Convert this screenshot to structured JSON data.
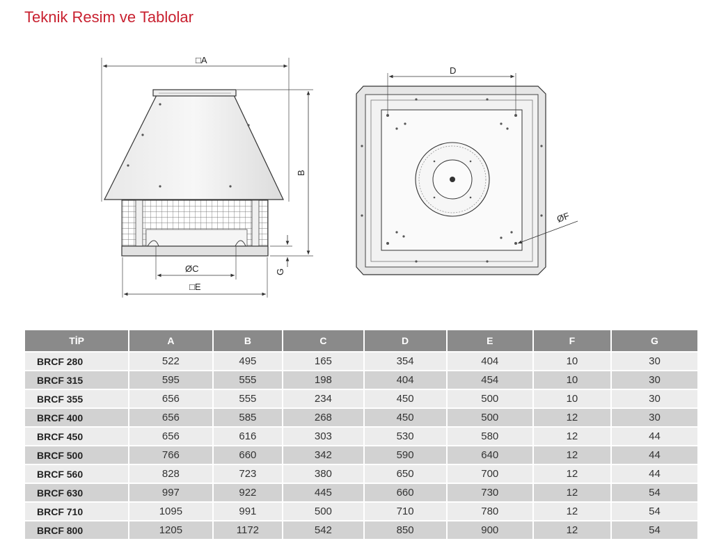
{
  "page": {
    "title": "Teknik Resim ve Tablolar"
  },
  "drawing": {
    "labels": {
      "a": "A",
      "b": "B",
      "c": "C",
      "d": "D",
      "e": "E",
      "f": "F",
      "g": "G",
      "square_symbol": "□",
      "diameter_symbol": "Ø"
    }
  },
  "table": {
    "headers": [
      "TİP",
      "A",
      "B",
      "C",
      "D",
      "E",
      "F",
      "G"
    ],
    "rows": [
      [
        "BRCF 280",
        "522",
        "495",
        "165",
        "354",
        "404",
        "10",
        "30"
      ],
      [
        "BRCF 315",
        "595",
        "555",
        "198",
        "404",
        "454",
        "10",
        "30"
      ],
      [
        "BRCF 355",
        "656",
        "555",
        "234",
        "450",
        "500",
        "10",
        "30"
      ],
      [
        "BRCF 400",
        "656",
        "585",
        "268",
        "450",
        "500",
        "12",
        "30"
      ],
      [
        "BRCF 450",
        "656",
        "616",
        "303",
        "530",
        "580",
        "12",
        "44"
      ],
      [
        "BRCF 500",
        "766",
        "660",
        "342",
        "590",
        "640",
        "12",
        "44"
      ],
      [
        "BRCF 560",
        "828",
        "723",
        "380",
        "650",
        "700",
        "12",
        "44"
      ],
      [
        "BRCF 630",
        "997",
        "922",
        "445",
        "660",
        "730",
        "12",
        "54"
      ],
      [
        "BRCF 710",
        "1095",
        "991",
        "500",
        "710",
        "780",
        "12",
        "54"
      ],
      [
        "BRCF 800",
        "1205",
        "1172",
        "542",
        "850",
        "900",
        "12",
        "54"
      ]
    ]
  }
}
